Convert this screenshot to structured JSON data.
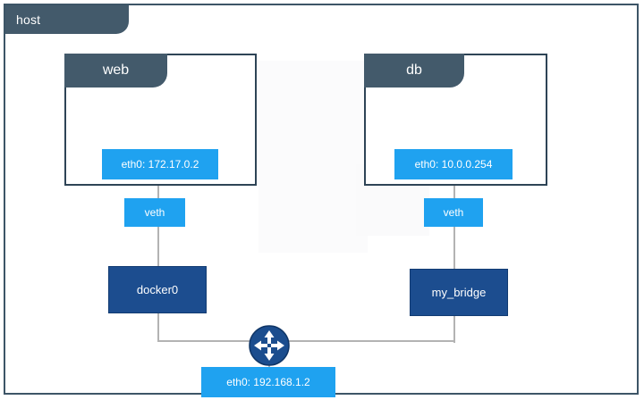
{
  "diagram": {
    "host": {
      "label": "host",
      "tab_color": "#435a6b",
      "border_color": "#3d5567"
    },
    "containers": [
      {
        "name": "web",
        "interface": "eth0: 172.17.0.2",
        "veth": "veth",
        "bridge": "docker0"
      },
      {
        "name": "db",
        "interface": "eth0: 10.0.0.254",
        "veth": "veth",
        "bridge": "my_bridge"
      }
    ],
    "host_interface": "eth0: 192.168.1.2",
    "router_icon": "router-icon",
    "colors": {
      "interface_blue": "#1fa2f0",
      "bridge_navy": "#1c4d8f",
      "header_slate": "#435a6b",
      "wire_gray": "#b3b3b3"
    }
  }
}
